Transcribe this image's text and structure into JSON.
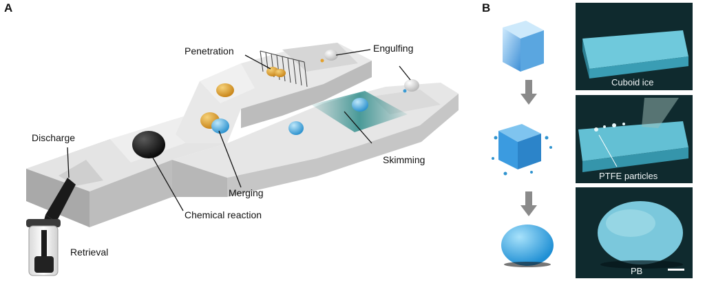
{
  "panels": {
    "A": {
      "letter": "A",
      "labels": {
        "penetration": "Penetration",
        "engulfing": "Engulfing",
        "discharge": "Discharge",
        "skimming": "Skimming",
        "merging": "Merging",
        "chemical_reaction": "Chemical reaction",
        "retrieval": "Retrieval"
      }
    },
    "B": {
      "letter": "B",
      "photos": [
        {
          "caption": "Cuboid ice"
        },
        {
          "caption": "PTFE particles"
        },
        {
          "caption": "PB"
        }
      ]
    }
  },
  "colors": {
    "track_top": "#e6e6e6",
    "track_side": "#bdbdbd",
    "track_shade": "#cfcfcf",
    "orange_droplet": "#e3a12c",
    "blue_droplet": "#5fb8e6",
    "black_droplet": "#141414",
    "teal_film": "#2e8c8a",
    "photo_bg": "#0f2a2e",
    "ice_blue": "#5fbfd6",
    "arrow_grey": "#8a8a8a"
  }
}
